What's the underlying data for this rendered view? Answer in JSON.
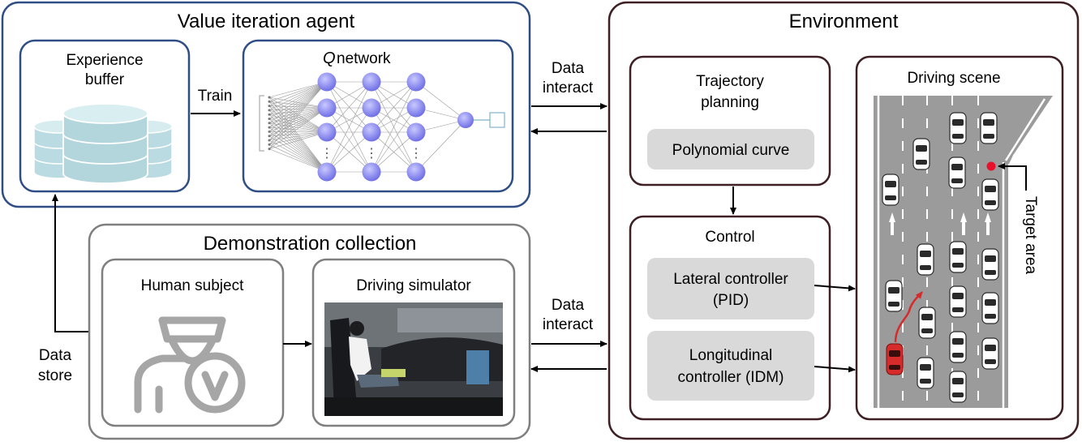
{
  "agent": {
    "title": "Value iteration agent",
    "buffer_title": [
      "Experience",
      "buffer"
    ],
    "train_label": "Train",
    "q_symbol": "Q",
    "q_title": "network",
    "ellipsis": "⋮"
  },
  "demo": {
    "title": "Demonstration collection",
    "human_title": "Human subject",
    "sim_title": "Driving simulator",
    "store_label": [
      "Data",
      "store"
    ]
  },
  "links": {
    "top_label": [
      "Data",
      "interact"
    ],
    "bottom_label": [
      "Data",
      "interact"
    ]
  },
  "env": {
    "title": "Environment",
    "trajectory_title": [
      "Trajectory",
      "planning"
    ],
    "polynomial": "Polynomial curve",
    "control_title": "Control",
    "lateral": [
      "Lateral controller",
      "(PID)"
    ],
    "longitudinal": [
      "Longitudinal",
      "controller (IDM)"
    ],
    "scene_title": "Driving scene",
    "target_label": "Target area"
  },
  "colors": {
    "agent_border": "#2f4e86",
    "demo_border": "#7f7f7f",
    "env_border": "#3d1f24",
    "neuron": "#8b8bf0",
    "road": "#9b9b9b",
    "ego_car": "#d62b2b",
    "target": "#e8102a",
    "inner_fill": "#d9d9d9"
  }
}
